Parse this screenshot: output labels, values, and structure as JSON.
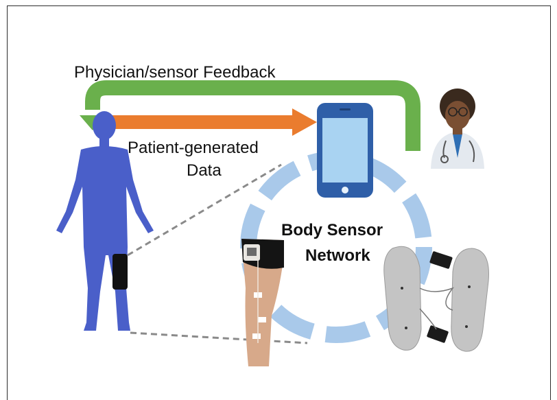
{
  "labels": {
    "feedback": "Physician/sensor Feedback",
    "patient_line1": "Patient-generated",
    "patient_line2": "Data",
    "network_line1": "Body Sensor",
    "network_line2": "Network"
  },
  "colors": {
    "feedback_arrow": "#6ab04c",
    "data_arrow": "#ea7c2e",
    "body": "#4a5fc9",
    "phone_body": "#2f5fa8",
    "phone_screen": "#a9d3f2",
    "network_ring": "#a9c9ea",
    "connector": "#8a8a8a"
  },
  "icons": {
    "patient": "human-body-icon",
    "phone": "smartphone-icon",
    "physician": "doctor-avatar-icon",
    "knee_sensor": "knee-sensor-photo",
    "insoles": "insole-sensors-photo"
  }
}
